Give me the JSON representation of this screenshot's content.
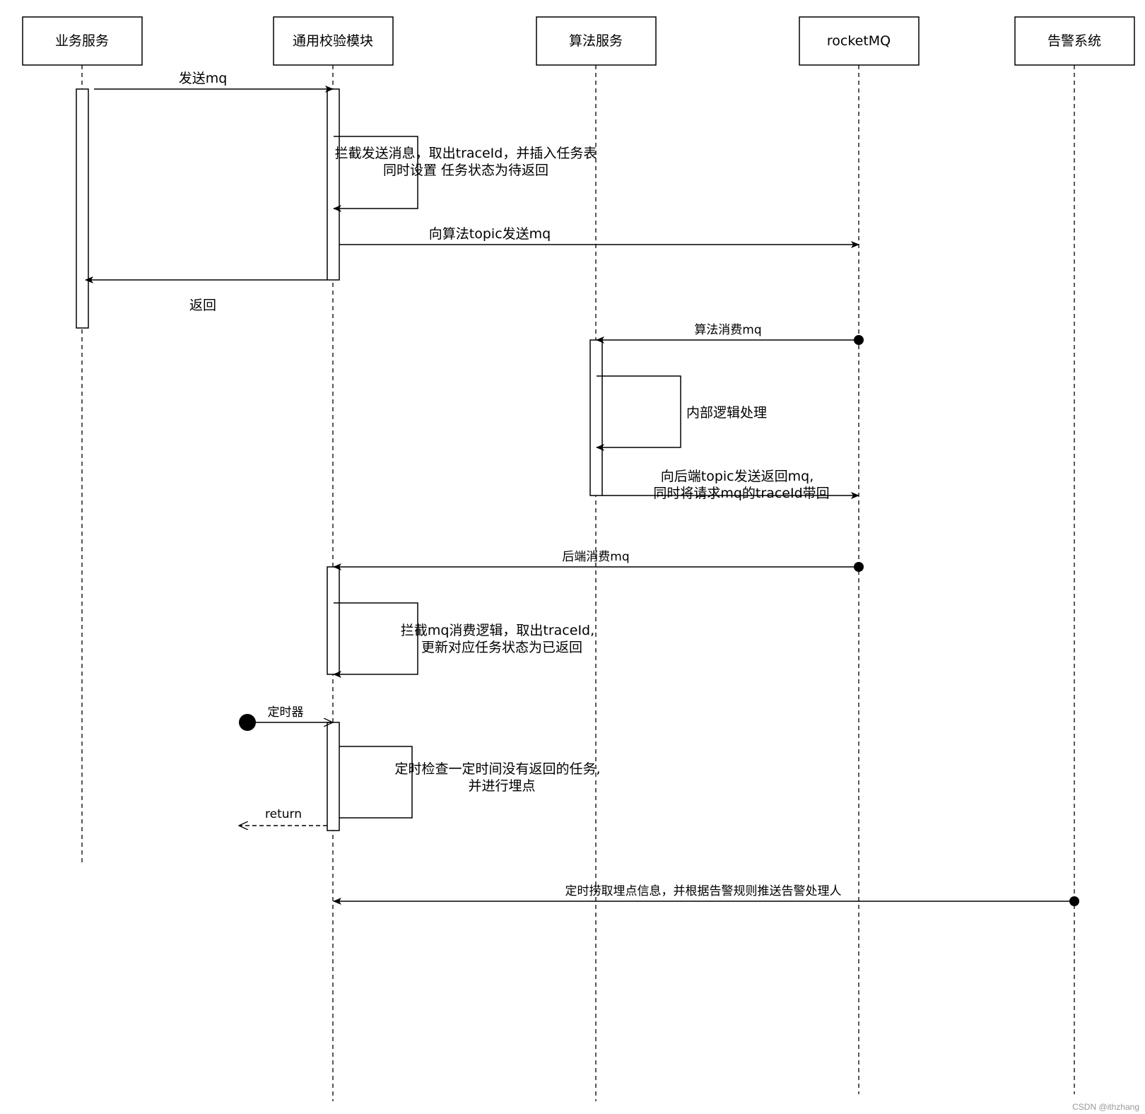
{
  "participants": [
    {
      "id": "biz",
      "label": "业务服务"
    },
    {
      "id": "check",
      "label": "通用校验模块"
    },
    {
      "id": "algo",
      "label": "算法服务"
    },
    {
      "id": "mq",
      "label": "rocketMQ"
    },
    {
      "id": "alarm",
      "label": "告警系统"
    }
  ],
  "messages": {
    "send_mq": "发送mq",
    "intercept_1": "拦截发送消息，取出traceId，并插入任务表",
    "intercept_2": "同时设置 任务状态为待返回",
    "to_algo_topic": "向算法topic发送mq",
    "return": "返回",
    "algo_consume": "算法消费mq",
    "internal_logic": "内部逻辑处理",
    "to_backend_1": "向后端topic发送返回mq,",
    "to_backend_2": "同时将请求mq的traceId带回",
    "backend_consume": "后端消费mq",
    "consume_intercept_1": "拦截mq消费逻辑，取出traceId,",
    "consume_intercept_2": "更新对应任务状态为已返回",
    "timer": "定时器",
    "timer_check_1": "定时检查一定时间没有返回的任务,",
    "timer_check_2": "并进行埋点",
    "timer_return": "return",
    "alarm_fetch": "定时捞取埋点信息，并根据告警规则推送告警处理人"
  },
  "watermark": "CSDN @ithzhang"
}
